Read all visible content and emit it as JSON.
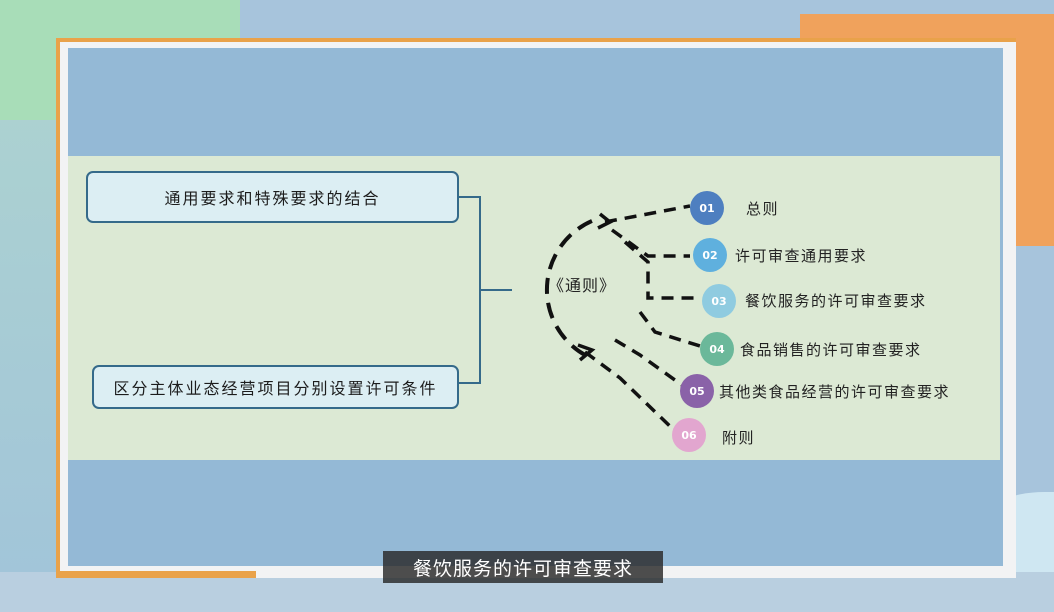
{
  "diagram": {
    "left_boxes": [
      {
        "label": "通用要求和特殊要求的结合"
      },
      {
        "label": "区分主体业态经营项目分别设置许可条件"
      }
    ],
    "center_label": "《通则》",
    "items": [
      {
        "num": "01",
        "label": "总则",
        "color": "#4e7fc0"
      },
      {
        "num": "02",
        "label": "许可审查通用要求",
        "color": "#5fb0de"
      },
      {
        "num": "03",
        "label": "餐饮服务的许可审查要求",
        "color": "#8fcbe0"
      },
      {
        "num": "04",
        "label": "食品销售的许可审查要求",
        "color": "#6bb89a"
      },
      {
        "num": "05",
        "label": "其他类食品经营的许可审查要求",
        "color": "#8a62a8"
      },
      {
        "num": "06",
        "label": "附则",
        "color": "#e2a6cf"
      }
    ]
  },
  "subtitle": "餐饮服务的许可审查要求",
  "colors": {
    "band": "#dce9d4",
    "frame_accent": "#e9a24a",
    "box_border": "#356a8a"
  }
}
